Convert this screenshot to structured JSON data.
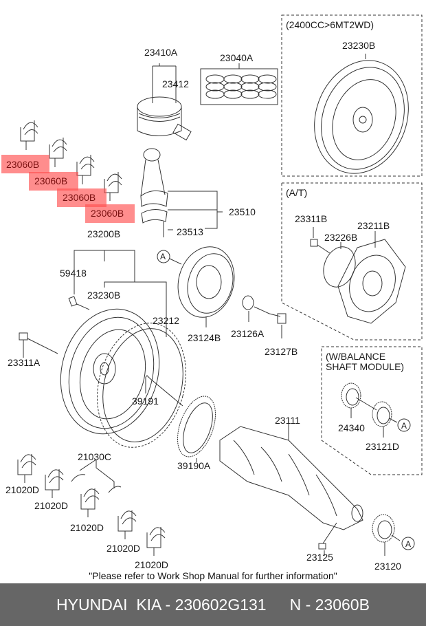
{
  "diagram": {
    "title_boxes": {
      "mt": "(2400CC>6MT2WD)",
      "at": "(A/T)",
      "balance_line1": "(W/BALANCE",
      "balance_line2": " SHAFT MODULE)"
    },
    "callouts": {
      "p23410A": "23410A",
      "p23412": "23412",
      "p23040A": "23040A",
      "p23230B_mt": "23230B",
      "p23510": "23510",
      "p23513": "23513",
      "p23200B": "23200B",
      "p59418": "59418",
      "p23230B": "23230B",
      "p23212": "23212",
      "p23311A": "23311A",
      "p39191": "39191",
      "p39190A": "39190A",
      "p23124B": "23124B",
      "p23126A": "23126A",
      "p23127B": "23127B",
      "p23311B": "23311B",
      "p23226B": "23226B",
      "p23211B": "23211B",
      "p24340": "24340",
      "p23121D": "23121D",
      "p23111": "23111",
      "p23125": "23125",
      "p23120": "23120",
      "p21030C": "21030C",
      "p21020D": "21020D",
      "circle_a": "A"
    },
    "highlighted_part": "23060B",
    "highlight_color": "#ff5050",
    "note": "\"Please refer to Work Shop Manual for further information\""
  },
  "footer": {
    "brand_part": "HYUNDAI  KIA - 230602G131",
    "oem_part": "N - 23060B",
    "background": "#666666"
  }
}
